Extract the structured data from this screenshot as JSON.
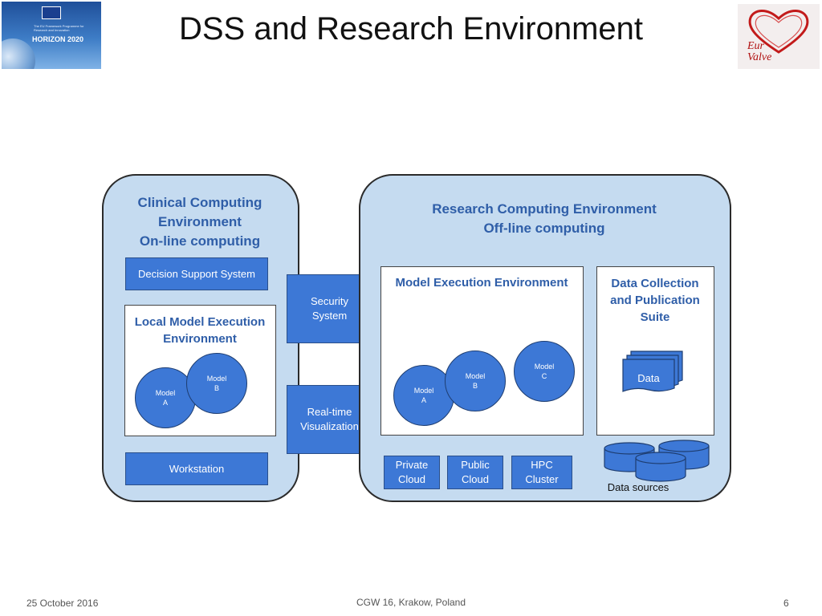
{
  "slide": {
    "title": "DSS and Research Environment",
    "footer_date": "25 October 2016",
    "footer_center": "CGW 16, Krakow, Poland",
    "page_number": "6"
  },
  "logos": {
    "left": {
      "text": "HORIZON 2020",
      "small_text": "The EU Framework Programme for Research and Innovation"
    },
    "right": {
      "line1": "Eur",
      "line2": "Valve"
    }
  },
  "clinical": {
    "heading_line1": "Clinical Computing",
    "heading_line2": "Environment",
    "heading_line3": "On-line computing",
    "dss_label": "Decision Support System",
    "local_heading_line1": "Local Model Execution",
    "local_heading_line2": "Environment",
    "model_a_line1": "Model",
    "model_a_line2": "A",
    "model_b_line1": "Model",
    "model_b_line2": "B",
    "workstation_label": "Workstation"
  },
  "middle": {
    "security_line1": "Security",
    "security_line2": "System",
    "viz_line1": "Real-time",
    "viz_line2": "Visualization"
  },
  "research": {
    "heading_line1": "Research Computing Environment",
    "heading_line2": "Off-line computing",
    "mee_heading": "Model Execution Environment",
    "model_a_line1": "Model",
    "model_a_line2": "A",
    "model_b_line1": "Model",
    "model_b_line2": "B",
    "model_c_line1": "Model",
    "model_c_line2": "C",
    "dcps_line1": "Data Collection",
    "dcps_line2": "and Publication",
    "dcps_line3": "Suite",
    "data_label": "Data",
    "private_cloud_line1": "Private",
    "private_cloud_line2": "Cloud",
    "public_cloud_line1": "Public",
    "public_cloud_line2": "Cloud",
    "hpc_line1": "HPC",
    "hpc_line2": "Cluster",
    "data_sources_label": "Data sources"
  },
  "colors": {
    "panel_fill": "#c5dbf0",
    "box_blue": "#3d78d6",
    "heading_blue": "#2f5ea8"
  }
}
